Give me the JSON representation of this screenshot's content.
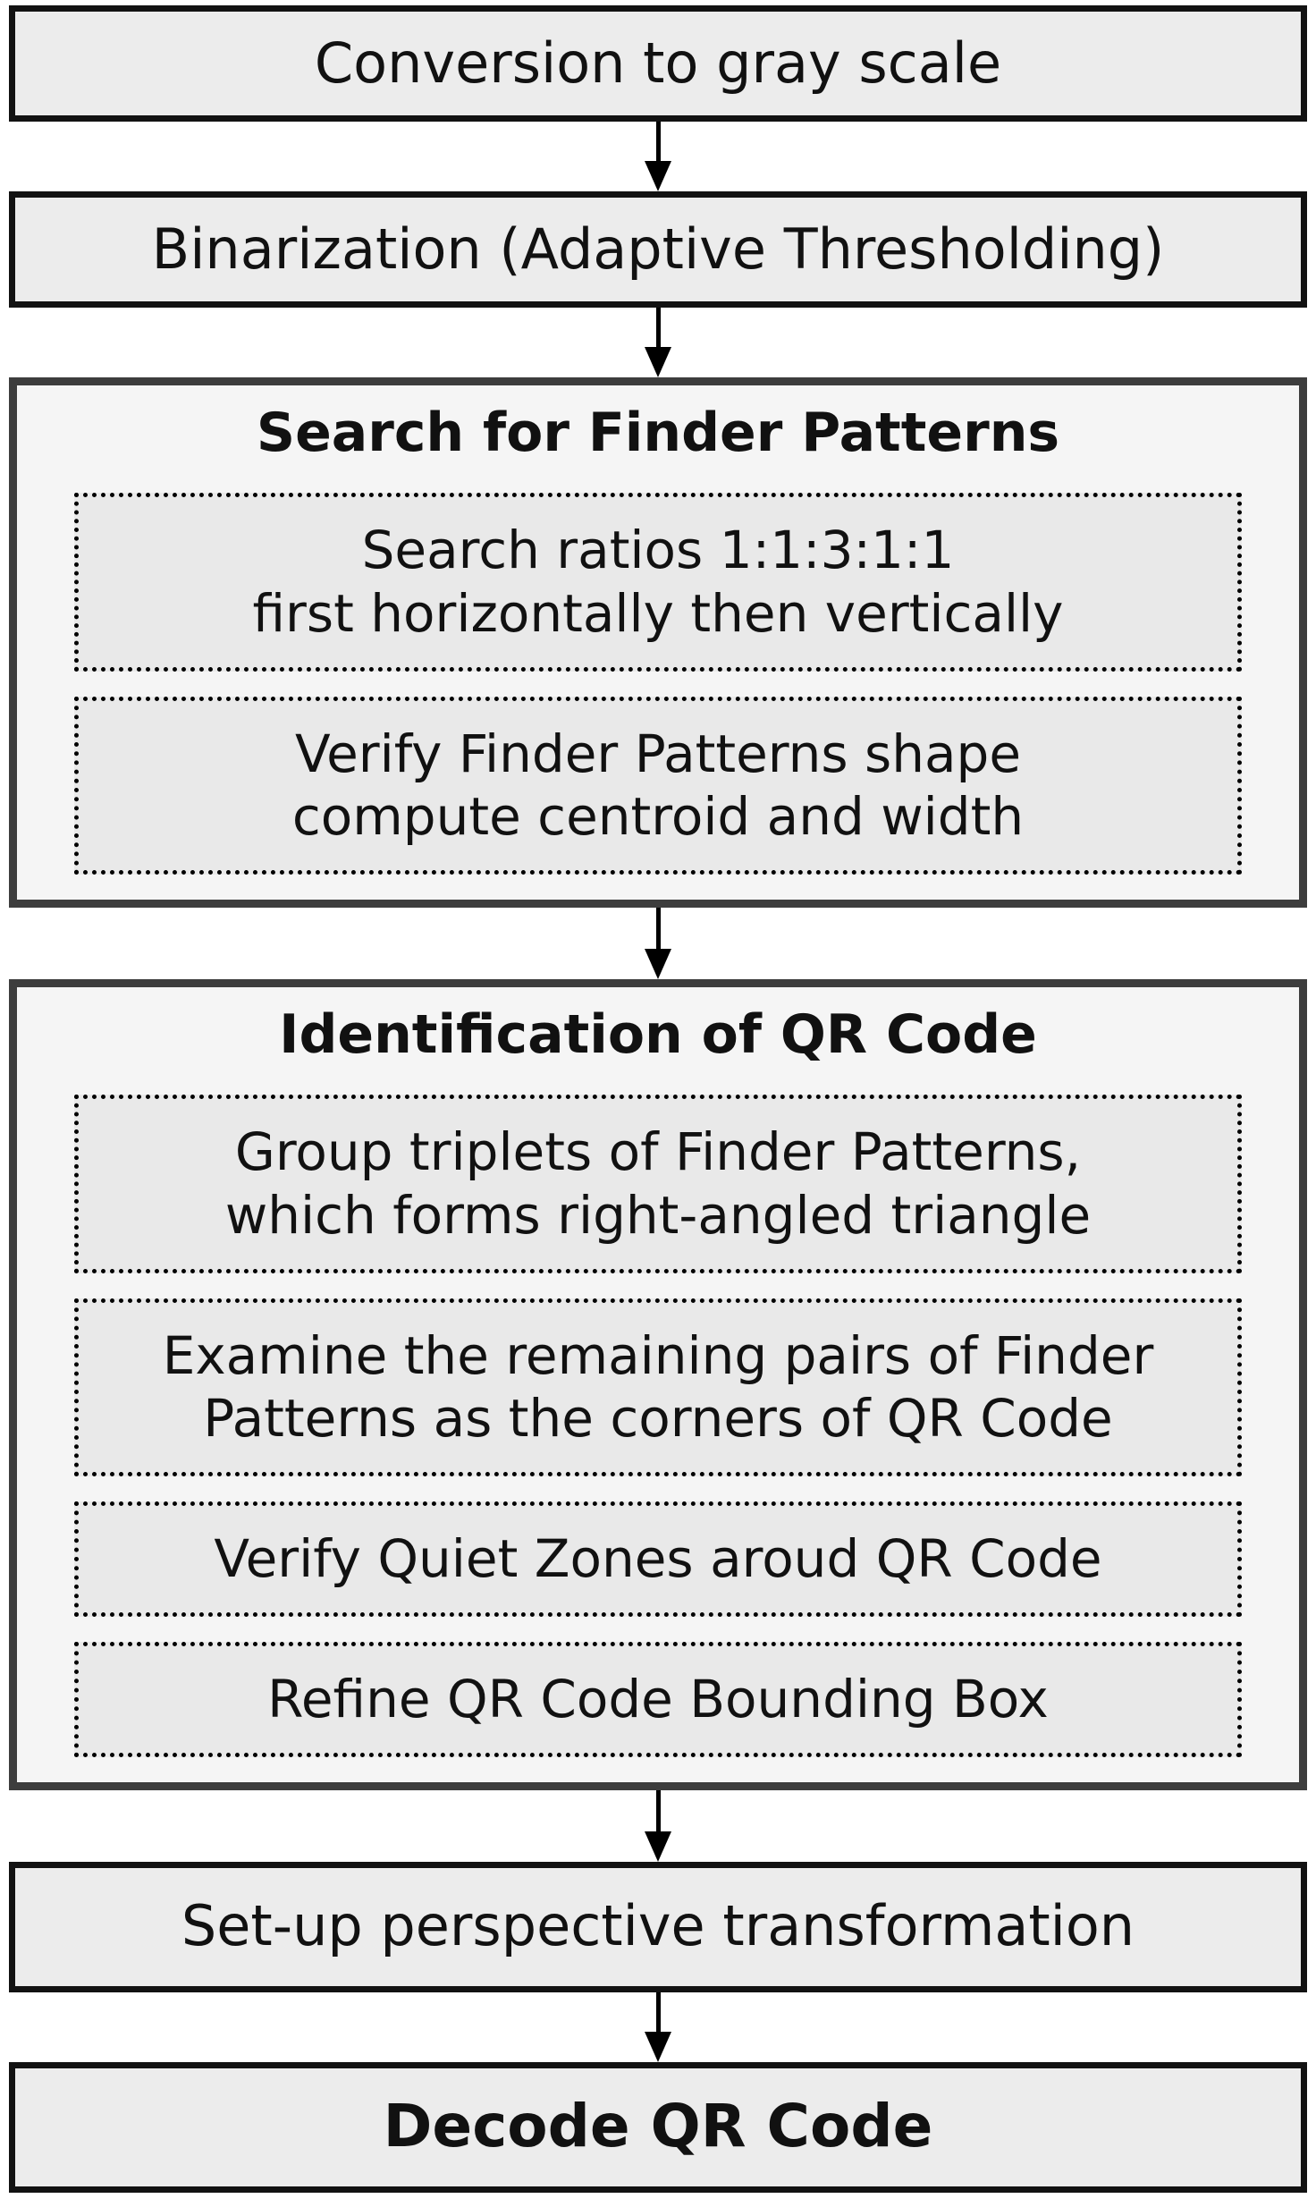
{
  "colors": {
    "page_background": "#ffffff",
    "box_fill": "#ececec",
    "box_border": "#121212",
    "group_fill": "#f5f5f5",
    "group_border": "#3d3d3d",
    "step_fill": "#e9e9e9",
    "step_border": "#000000",
    "text": "#111111",
    "arrow": "#000000"
  },
  "flow": [
    {
      "kind": "box",
      "label": "Conversion to gray scale",
      "bold": false
    },
    {
      "kind": "box",
      "label": "Binarization (Adaptive Thresholding)",
      "bold": false
    },
    {
      "kind": "group",
      "title": "Search for Finder Patterns",
      "steps": [
        [
          "Search ratios 1:1:3:1:1",
          "first horizontally then vertically"
        ],
        [
          "Verify Finder Patterns shape",
          "compute centroid and width"
        ]
      ]
    },
    {
      "kind": "group",
      "title": "Identification of QR Code",
      "steps": [
        [
          "Group triplets of Finder Patterns,",
          "which forms right-angled triangle"
        ],
        [
          "Examine the remaining pairs of Finder",
          "Patterns as the corners of QR Code"
        ],
        [
          "Verify Quiet Zones aroud QR Code"
        ],
        [
          "Refine QR Code Bounding Box"
        ]
      ]
    },
    {
      "kind": "box",
      "label": "Set-up perspective transformation",
      "bold": false
    },
    {
      "kind": "box",
      "label": "Decode QR Code",
      "bold": true
    }
  ]
}
